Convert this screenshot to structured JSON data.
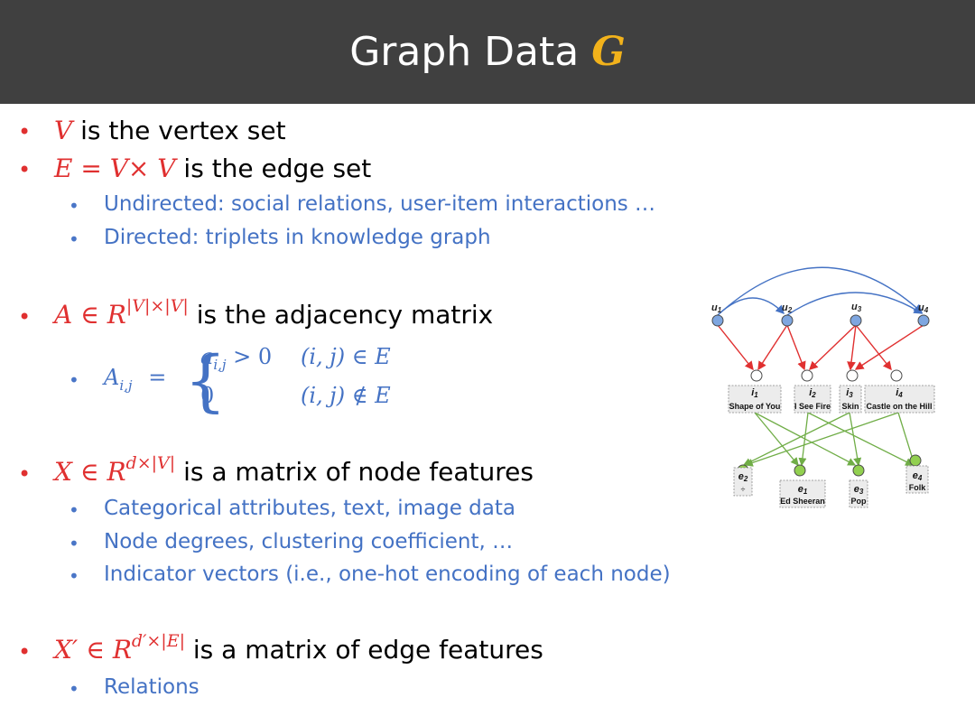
{
  "title": {
    "text": "Graph Data",
    "var": "G"
  },
  "bullets": {
    "v": {
      "sym": "V",
      "text": "is the vertex set"
    },
    "e": {
      "sym": "E = V× V",
      "text": "is the edge set"
    },
    "e_sub": [
      "Undirected: social relations, user-item interactions …",
      "Directed: triplets in knowledge graph"
    ],
    "a": {
      "sym": "A ∈ R",
      "sup": "|V|×|V|",
      "text": "is the adjacency matrix"
    },
    "a_formula": {
      "lhs": "A",
      "lhs_sub": "i,j",
      "eq": "=",
      "case1_expr": "a",
      "case1_sub": "i,j",
      "case1_cond": "> 0",
      "case1_set": "(i, j) ∈ E",
      "case2_expr": "0",
      "case2_set": "(i, j) ∉ E"
    },
    "x": {
      "sym": "X ∈ R",
      "sup": "d×|V|",
      "text": "is a matrix of node features"
    },
    "x_sub": [
      "Categorical attributes, text, image data",
      "Node degrees, clustering coefficient, …",
      "Indicator vectors (i.e., one-hot encoding of each node)"
    ],
    "xp": {
      "sym": "X′ ∈ R",
      "sup": "d′×|E|",
      "text": "is a matrix of edge features"
    },
    "xp_sub": [
      "Relations"
    ]
  },
  "diagram": {
    "users": [
      {
        "sym": "u",
        "sub": "1"
      },
      {
        "sym": "u",
        "sub": "2"
      },
      {
        "sym": "u",
        "sub": "3"
      },
      {
        "sym": "u",
        "sub": "4"
      }
    ],
    "items": [
      {
        "sym": "i",
        "sub": "1",
        "label": "Shape of You"
      },
      {
        "sym": "i",
        "sub": "2",
        "label": "I See Fire"
      },
      {
        "sym": "i",
        "sub": "3",
        "label": "Skin"
      },
      {
        "sym": "i",
        "sub": "4",
        "label": "Castle on the Hill"
      }
    ],
    "entities": [
      {
        "sym": "e",
        "sub": "2",
        "label": "÷"
      },
      {
        "sym": "e",
        "sub": "1",
        "label": "Ed Sheeran"
      },
      {
        "sym": "e",
        "sub": "3",
        "label": "Pop"
      },
      {
        "sym": "e",
        "sub": "4",
        "label": "Folk"
      }
    ],
    "colors": {
      "user": "#7ea6e0",
      "item": "#ffffff",
      "entity": "#92d050",
      "user_user_edge": "#4472c4",
      "user_item_edge": "#e03030",
      "item_entity_edge": "#70ad47"
    }
  }
}
